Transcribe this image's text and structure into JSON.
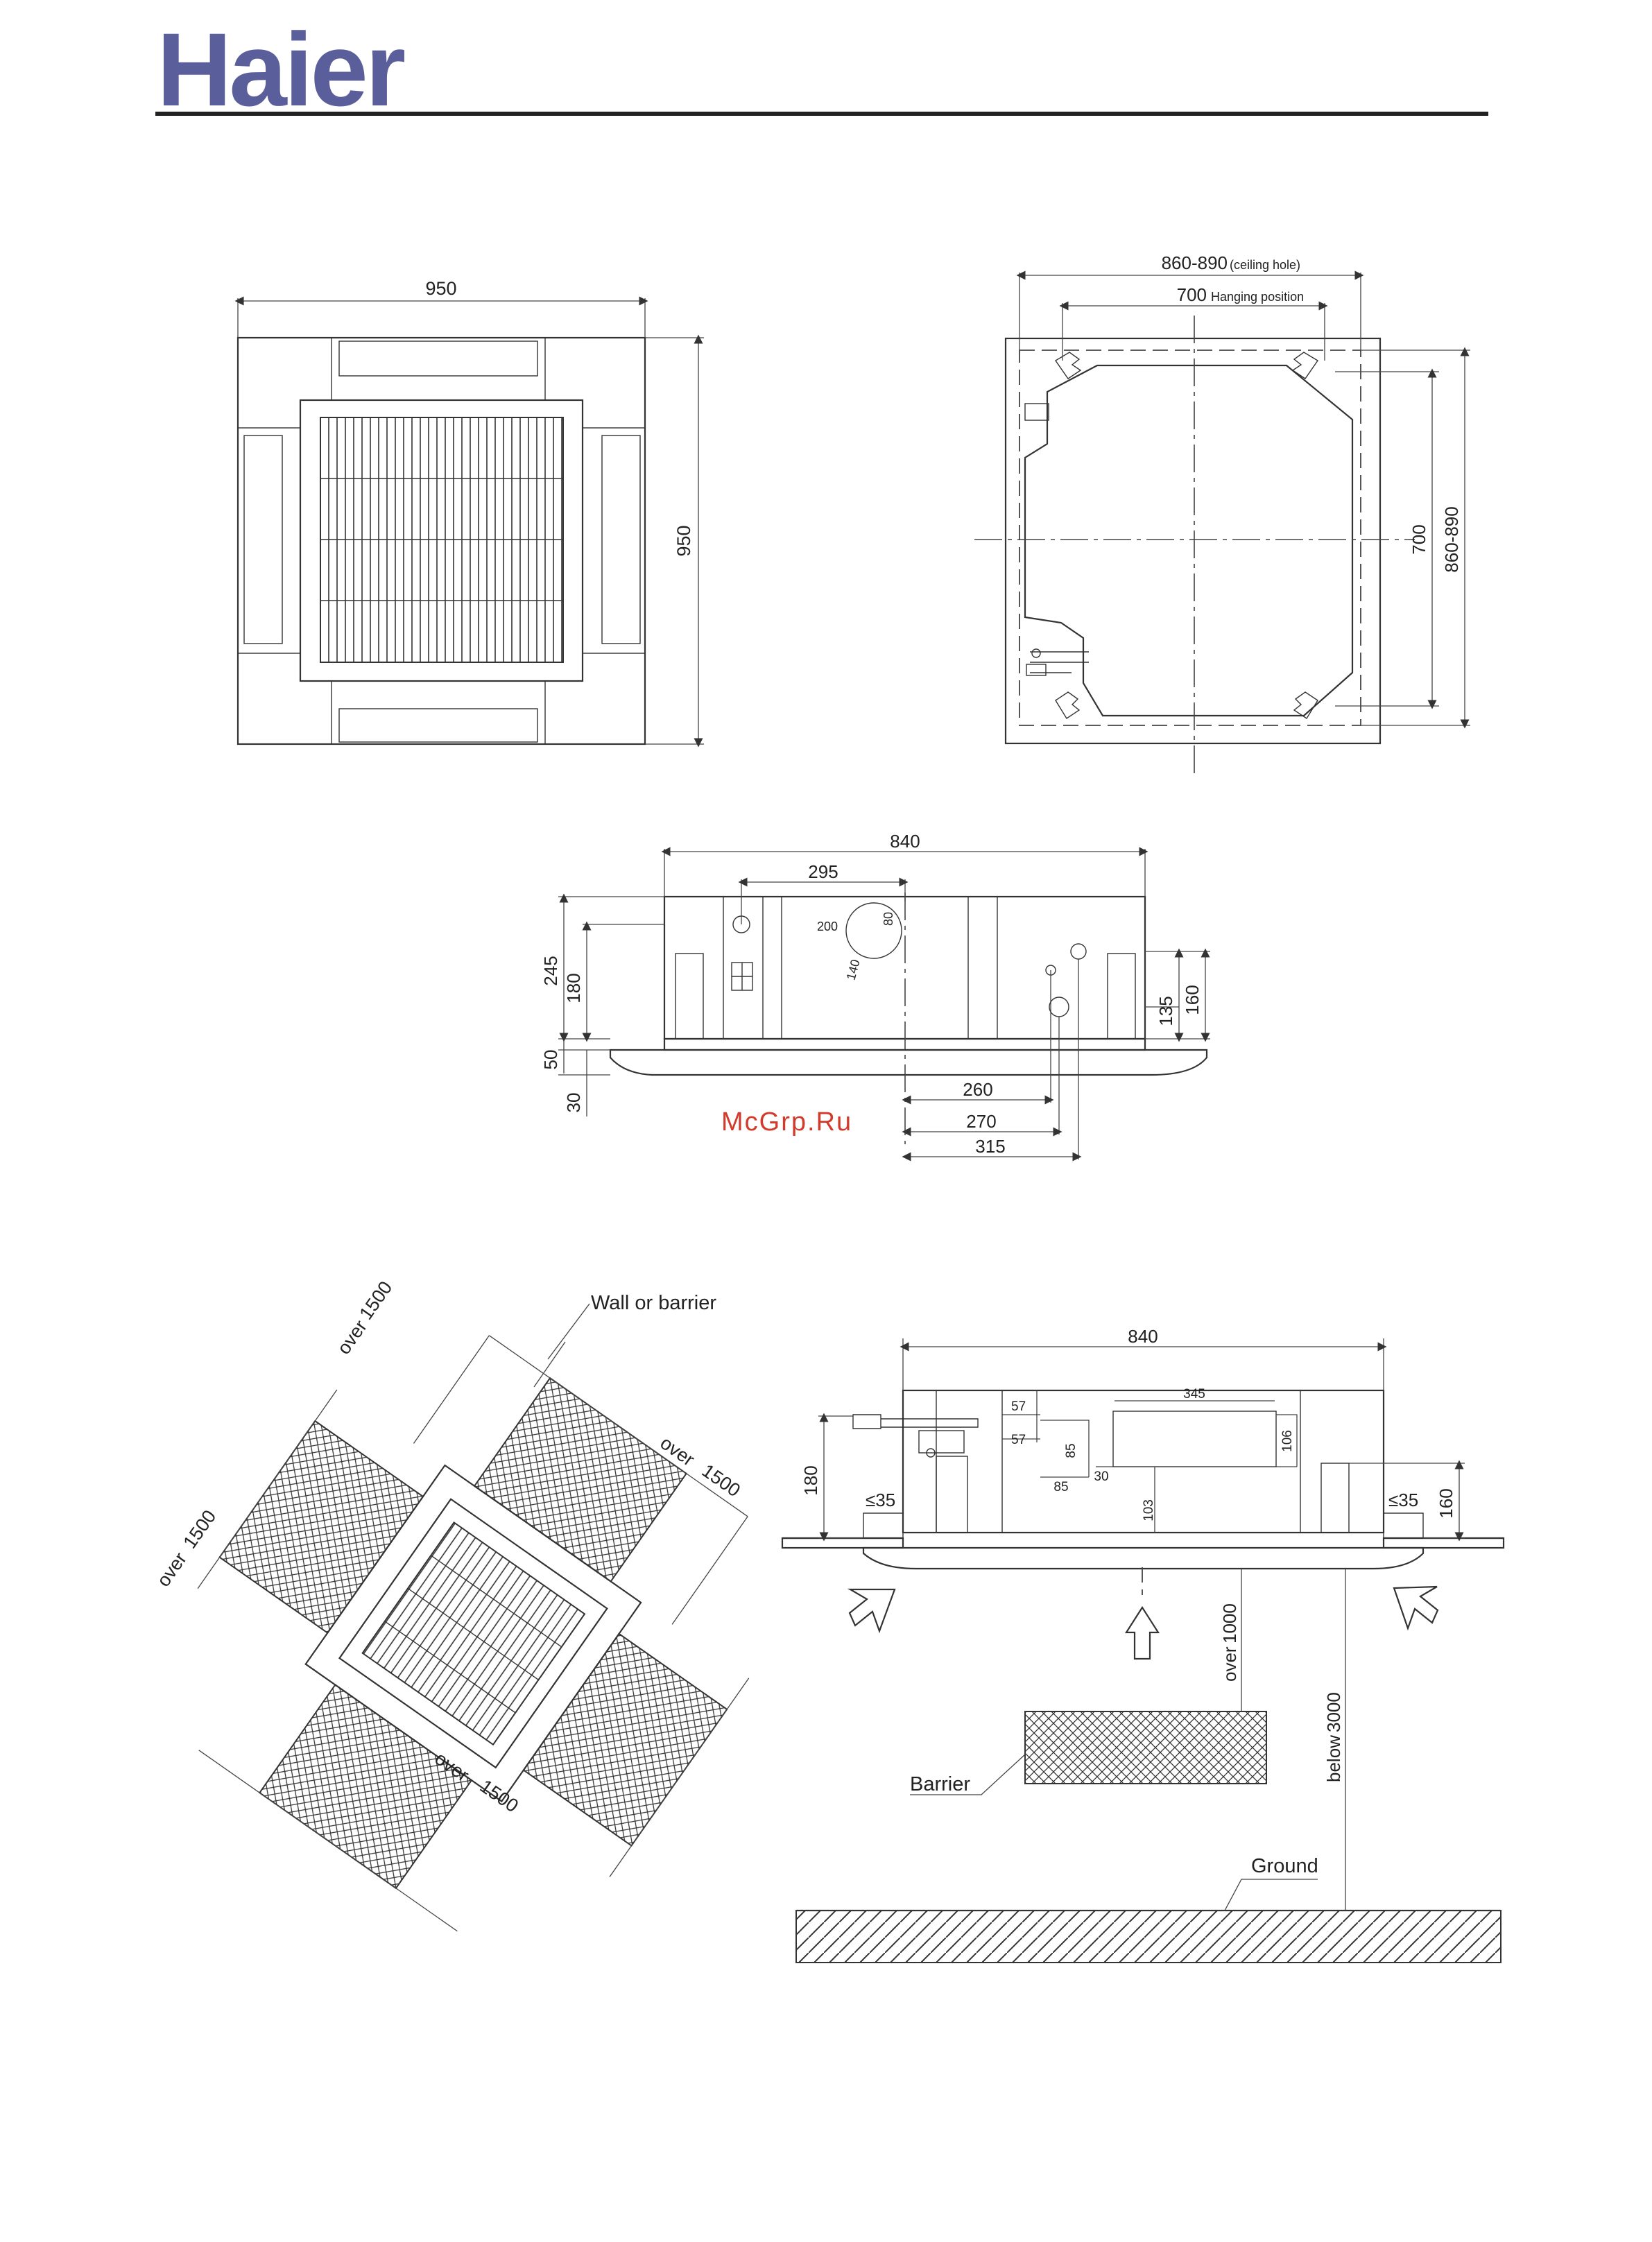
{
  "brand": {
    "logo_text": "Haier",
    "logo_color": "#5a5f9c",
    "rule_color": "#222222"
  },
  "watermark": {
    "text": "McGrp.Ru",
    "color": "#d23a2b"
  },
  "top_view": {
    "width": "950",
    "depth": "950"
  },
  "hanging_view": {
    "ceiling_hole": "860-890",
    "ceiling_hole_note": "(ceiling hole)",
    "hanging_span": "700",
    "hanging_note": "Hanging position",
    "vertical_hanging": "700",
    "vertical_hole": "860-890"
  },
  "side_view": {
    "width": "840",
    "pipe_offset": "295",
    "d200": "200",
    "d80": "80",
    "d140": "140",
    "h245": "245",
    "h180": "180",
    "h50": "50",
    "h30": "30",
    "h135": "135",
    "h160": "160",
    "d260": "260",
    "d270": "270",
    "d315": "315"
  },
  "clearance_view": {
    "barrier_label": "Wall or barrier",
    "over_label": "over",
    "over_value": "1500"
  },
  "install_view": {
    "width": "840",
    "d345": "345",
    "d57a": "57",
    "d57b": "57",
    "d85v": "85",
    "d85h": "85",
    "d106": "106",
    "d30": "30",
    "d103": "103",
    "h180": "180",
    "h160": "160",
    "le35_left": "≤35",
    "le35_right": "≤35",
    "over_text": "over",
    "over_value": "1000",
    "below_text": "below",
    "below_value": "3000",
    "barrier_label": "Barrier",
    "ground_label": "Ground"
  }
}
